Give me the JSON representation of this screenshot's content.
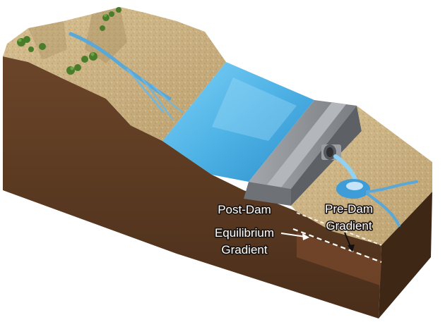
{
  "labels": {
    "post_dam": [
      "Post-Dam",
      "Equilibrium",
      "Gradient"
    ],
    "pre_dam": [
      "Pre-Dam",
      "Gradient"
    ]
  },
  "colors": {
    "soil_front": "#5c3a22",
    "soil_side": "#3f2716",
    "land_top": "#cdb585",
    "reservoir": "#4fb3e6",
    "dam_concrete": "#8c8f93",
    "river": "#5aa8d8",
    "tree": "#4a7d2a",
    "label_fill": "#ffffff",
    "label_stroke": "#1b1410",
    "gradient_line": "#ffffff"
  },
  "icons": {
    "pipe": "outlet-pipe-icon",
    "trees": "tree-icon"
  }
}
